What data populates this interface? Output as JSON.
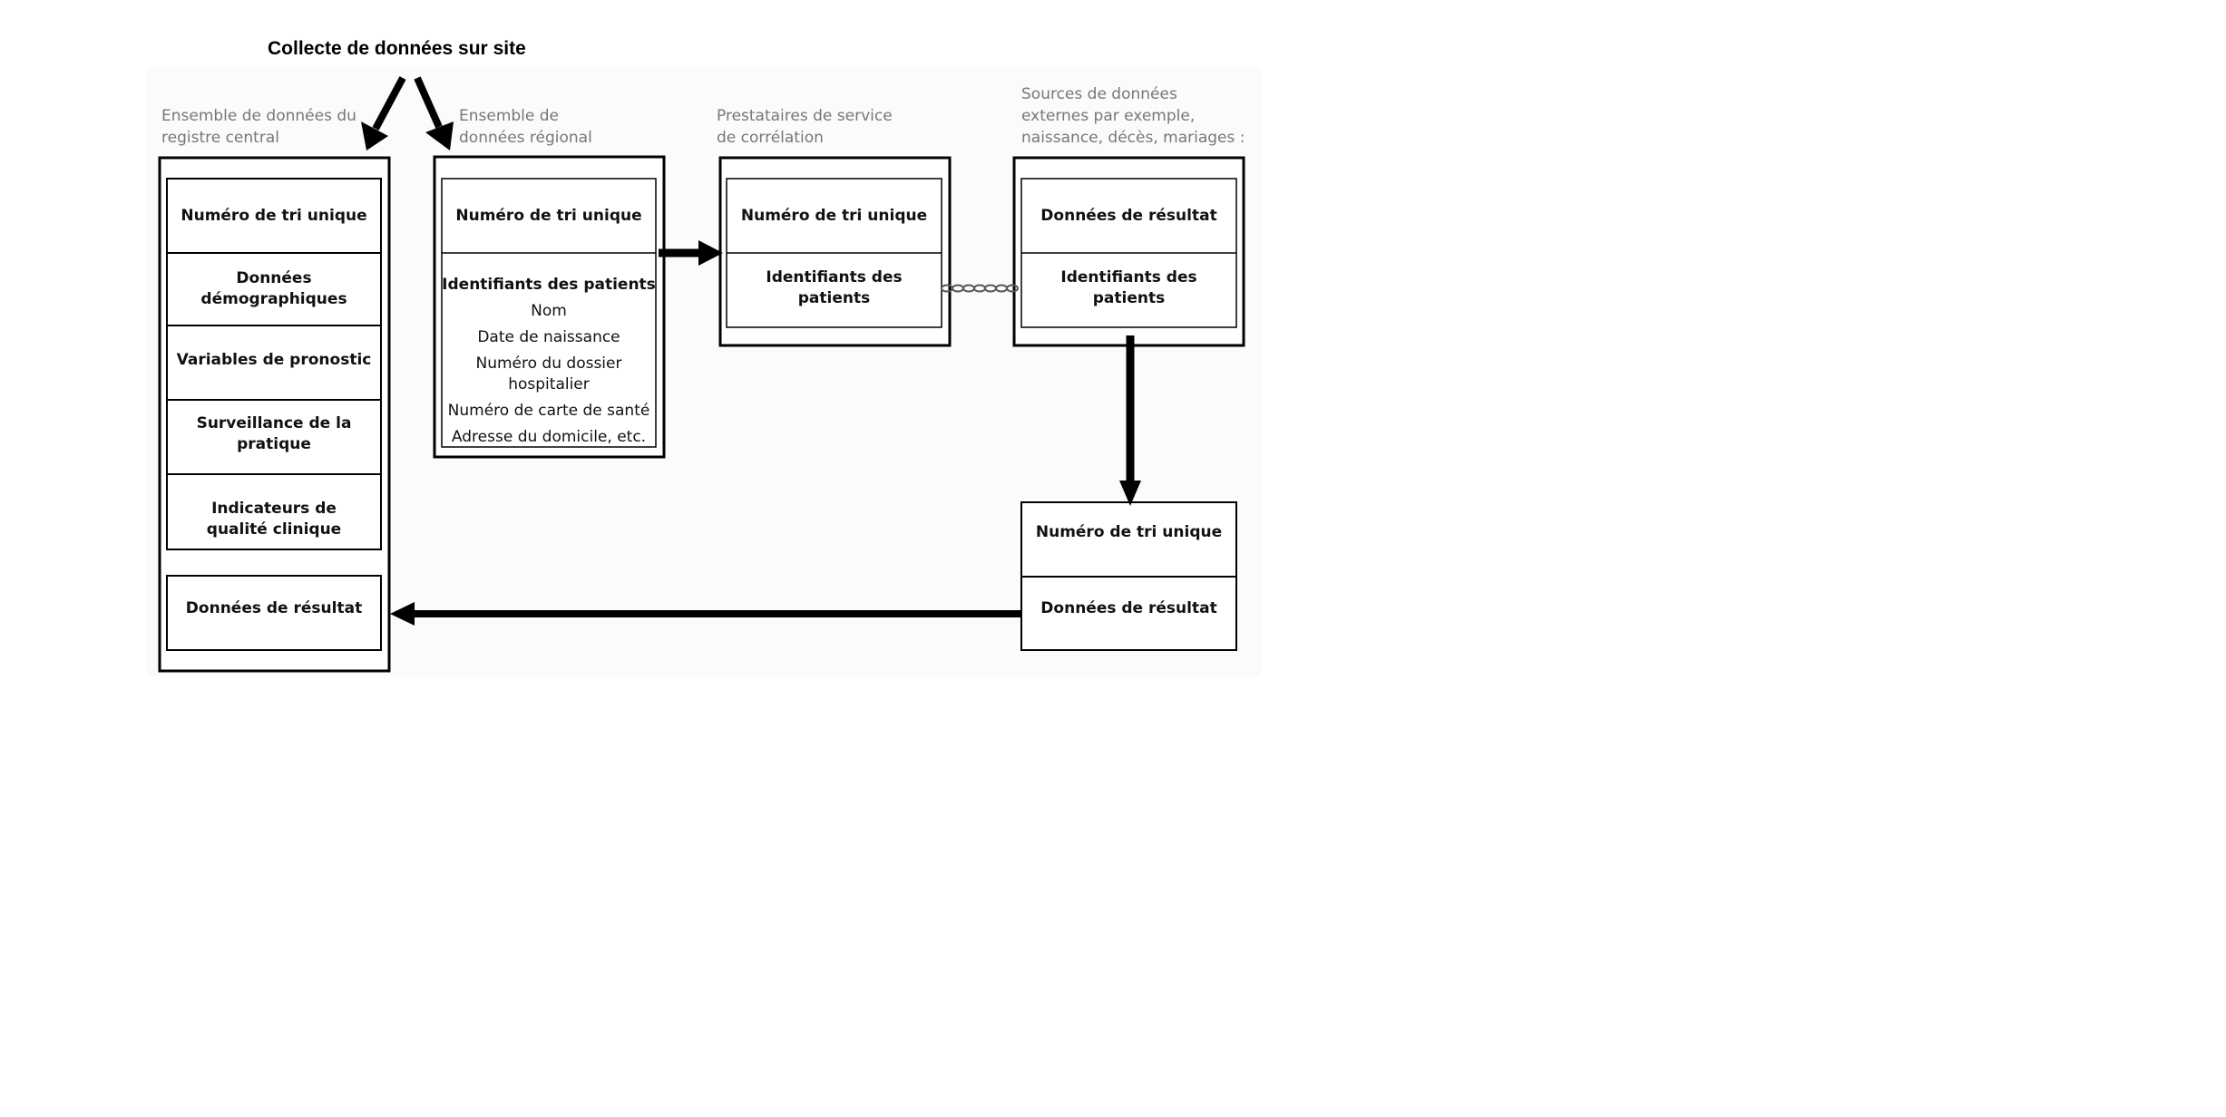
{
  "heading": "Collecte de données sur site",
  "captions": {
    "central": [
      "Ensemble de données du",
      "registre central"
    ],
    "regional": [
      "Ensemble de",
      "données régional"
    ],
    "correlation": [
      "Prestataires de service",
      "de corrélation"
    ],
    "external": [
      "Sources de données",
      "externes par exemple,",
      "naissance, décès, mariages :"
    ]
  },
  "central_box": {
    "cells": [
      "Numéro de tri unique",
      "Données démographiques",
      "Variables de pronostic",
      "Surveillance de la pratique",
      "Indicateurs de qualité clinique",
      "Données de résultat"
    ]
  },
  "regional_box": {
    "unique_number": "Numéro de tri unique",
    "patient_ids_title": "Identifiants des patients",
    "patient_ids": [
      "Nom",
      "Date de naissance",
      "Numéro du dossier hospitalier",
      "Numéro de carte de santé",
      "Adresse du domicile, etc."
    ]
  },
  "correlation_box": {
    "unique_number": "Numéro de tri unique",
    "patient_ids": "Identifiants des patients"
  },
  "external_box": {
    "outcome": "Données de résultat",
    "patient_ids": "Identifiants des patients"
  },
  "result_box": {
    "unique_number": "Numéro de tri unique",
    "outcome": "Données de résultat"
  }
}
